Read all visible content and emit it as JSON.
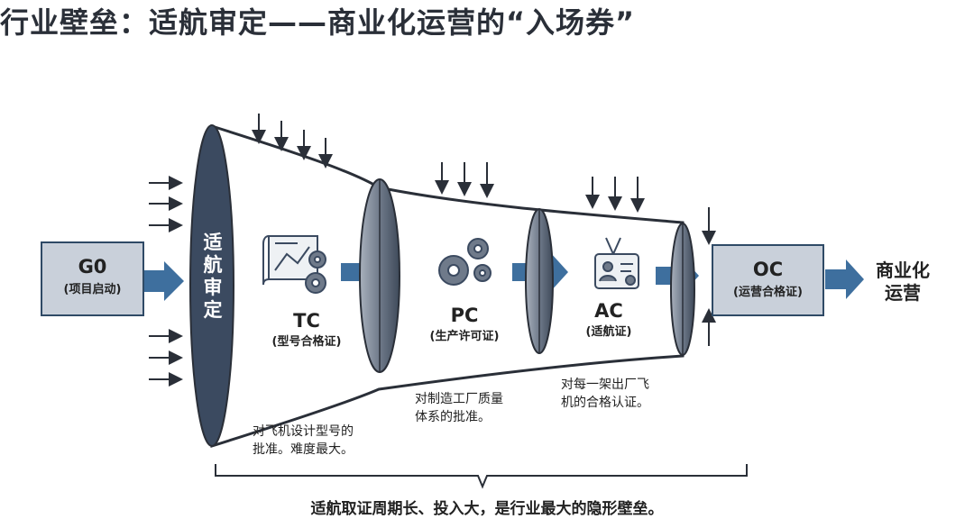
{
  "title": "行业壁垒：适航审定——商业化运营的“入场券”",
  "funnel_label": "适航审定",
  "start": {
    "code": "G0",
    "sub": "(项目启动)"
  },
  "stages": [
    {
      "code": "TC",
      "sub": "(型号合格证)",
      "desc_lines": [
        "对飞机设计型号的",
        "批准。难度最大。"
      ]
    },
    {
      "code": "PC",
      "sub": "(生产许可证)",
      "desc_lines": [
        "对制造工厂质量",
        "体系的批准。"
      ]
    },
    {
      "code": "AC",
      "sub": "(适航证)",
      "desc_lines": [
        "对每一架出厂飞",
        "机的合格认证。"
      ]
    }
  ],
  "end": {
    "code": "OC",
    "sub": "(运营合格证)"
  },
  "result_lines": [
    "商业化",
    "运营"
  ],
  "bottom_note": "适航取证周期长、投入大，是行业最大的隐形壁垒。",
  "colors": {
    "dark": "#3b4a60",
    "funnel": "#ffffff",
    "arrow": "#3e6f9e",
    "box_fill": "#c9d0da",
    "box_border": "#2f4a66"
  },
  "icons": [
    "blueprint-gear-icon",
    "gears-icon",
    "id-badge-icon"
  ]
}
